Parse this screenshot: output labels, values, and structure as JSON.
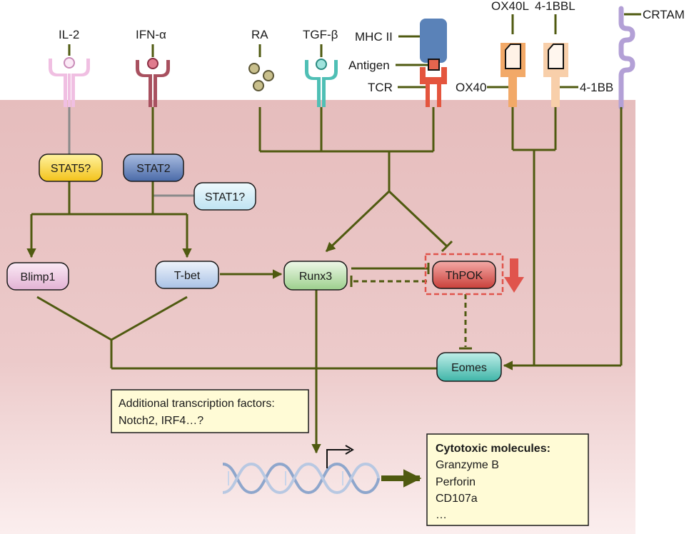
{
  "ligands": {
    "il2": "IL-2",
    "ifna": "IFN-α",
    "ra": "RA",
    "tgfb": "TGF-β",
    "mhc2": "MHC II",
    "antigen": "Antigen",
    "tcr": "TCR",
    "ox40l": "OX40L",
    "bbl41": "4-1BBL",
    "ox40": "OX40",
    "bb41": "4-1BB",
    "crtam": "CRTAM"
  },
  "nodes": {
    "stat5": "STAT5?",
    "stat2": "STAT2",
    "stat1": "STAT1?",
    "blimp1": "Blimp1",
    "tbet": "T-bet",
    "runx3": "Runx3",
    "thpok": "ThPOK",
    "eomes": "Eomes"
  },
  "additional_tf": {
    "line1": "Additional transcription factors:",
    "line2": "Notch2, IRF4…?"
  },
  "cytotoxic": {
    "title": "Cytotoxic molecules:",
    "items": [
      "Granzyme B",
      "Perforin",
      "CD107a",
      "…"
    ]
  },
  "colors": {
    "arrow": "#4f5a10",
    "cell_bg": "#e9c3c3",
    "il2_receptor": "#e8a9d6",
    "ifn_receptor": "#a8505f",
    "tgfb_receptor": "#4fbfb5",
    "tcr": "#e4553e",
    "mhc2": "#5a82b8",
    "ox40": "#f2a968",
    "bb41": "#f8cfaa",
    "crtam": "#b3a0d6",
    "thpok_down_arrow": "#e0544c"
  }
}
